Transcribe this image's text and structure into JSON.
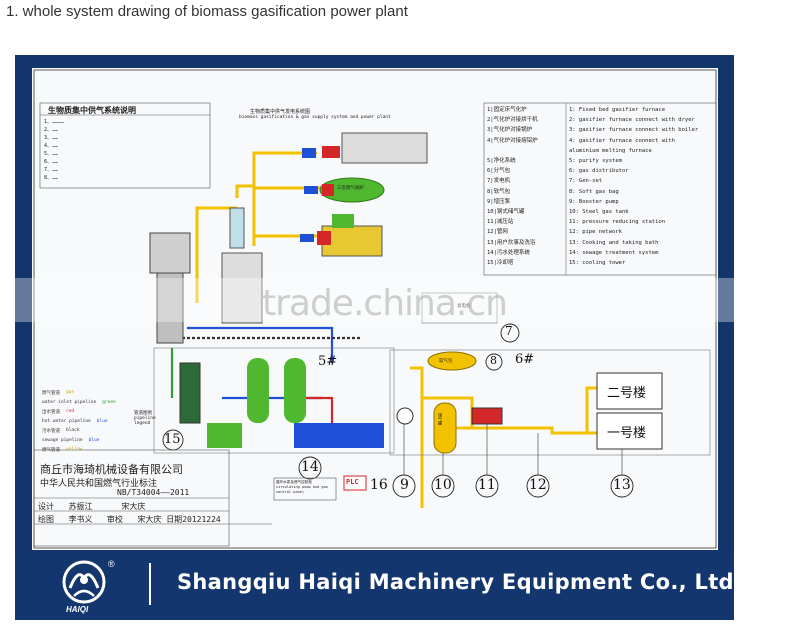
{
  "caption": "1. whole system drawing of biomass gasification power plant",
  "company_name": "Shangqiu Haiqi Machinery Equipment Co., Ltd.",
  "logo": {
    "word": "HAIQI",
    "reg": "®"
  },
  "watermark": "trade.china.cn",
  "drawing": {
    "cn_title": "生物质集中供气系统说明",
    "subtitle_cn": "生物质集中供气发电系统图",
    "subtitle_en": "biomass gasification & gas supply system and power plant",
    "cn_notes": [
      "1、…………",
      "2、……",
      "3、……",
      "4、……",
      "5、……",
      "6、……",
      "7、……",
      "8、……"
    ],
    "legend_table": [
      {
        "no": "1",
        "cn": "1|固定床气化炉",
        "en": "1: Fixed bed gasifier furnace"
      },
      {
        "no": "2",
        "cn": "2|气化炉对接烘干机",
        "en": "2: gasifier furnace connect with dryer"
      },
      {
        "no": "3",
        "cn": "3|气化炉对接锅炉",
        "en": "3: gasifier furnace connect with boiler"
      },
      {
        "no": "4",
        "cn": "4|气化炉对接熔铝炉",
        "en": "4: gasifier furnace connect with"
      },
      {
        "no": "",
        "cn": "",
        "en": "   aluminium melting furnace"
      },
      {
        "no": "5",
        "cn": "5|净化系统",
        "en": "5: purify system"
      },
      {
        "no": "6",
        "cn": "6|分气包",
        "en": "6: gas distributor"
      },
      {
        "no": "7",
        "cn": "7|发电机",
        "en": "7: Gen-set"
      },
      {
        "no": "8",
        "cn": "8|软气包",
        "en": "8: Soft gas bag"
      },
      {
        "no": "9",
        "cn": "9|增压泵",
        "en": "9: Booster pump"
      },
      {
        "no": "10",
        "cn": "10|钢式储气罐",
        "en": "10: Steel gas tank"
      },
      {
        "no": "11",
        "cn": "11|减压站",
        "en": "11: pressure reducing station"
      },
      {
        "no": "12",
        "cn": "12|管网",
        "en": "12: pipe network"
      },
      {
        "no": "13",
        "cn": "13|用户炊事及洗浴",
        "en": "13: Cooking and taking bath"
      },
      {
        "no": "14",
        "cn": "14|污水处理系统",
        "en": "14: sewage treatment system"
      },
      {
        "no": "15",
        "cn": "15|冷却塔",
        "en": "15: cooling tower"
      }
    ],
    "pipe_legend": [
      {
        "cn": "燃气管道",
        "en": "gas",
        "color": "#f2c200"
      },
      {
        "cn": "water inlet pipeline",
        "en": "green",
        "color": "#2ca02c"
      },
      {
        "cn": "出水管道",
        "en": "red",
        "color": "#d62728"
      },
      {
        "cn": "hot water pipeline",
        "en": "blue",
        "color": "#1f4fd6"
      },
      {
        "cn": "污水管道",
        "en": "black",
        "color": "#333333"
      },
      {
        "cn": "sewage pipeline",
        "en": "blue",
        "color": "#1f4fd6"
      },
      {
        "cn": "燃气管道",
        "en": "yellow",
        "color": "#f2c200"
      }
    ],
    "pipe_legend_title": "管道图例 pipeline legend",
    "markers": {
      "m5": "5#",
      "m6": "6#",
      "n7": "7",
      "n8": "8",
      "n9": "9",
      "n10": "10",
      "n11": "11",
      "n12": "12",
      "n13": "13",
      "n14": "14",
      "n15": "15",
      "n16": "16"
    },
    "building_2": "二号楼",
    "building_1": "一号楼",
    "plc_label": "PLC",
    "circ_pump_note": "循环水泵及燃气控制柜 circulating pump and gas control panel",
    "gas_bag_label": "软气包",
    "gas_tank_label": "储气罐",
    "gen_label": "发电机",
    "boiler_label": "三反燃气锅炉",
    "company_cn": "商丘市海琦机械设备有限公司",
    "standard_cn": "中华人民共和国燃气行业标注",
    "standard_no": "NB/T34004——2011",
    "sig": [
      {
        "role": "设计",
        "name": "苏振江"
      },
      {
        "role": "绘图",
        "name": "李书义"
      },
      {
        "role": "审校",
        "name": "宋大庆"
      },
      {
        "role": "日期",
        "name": "20121224"
      }
    ],
    "colors": {
      "gas": "#f2c200",
      "green": "#4fb82e",
      "red": "#d62728",
      "blue": "#1f4fd6",
      "navy": "#13356b"
    }
  }
}
